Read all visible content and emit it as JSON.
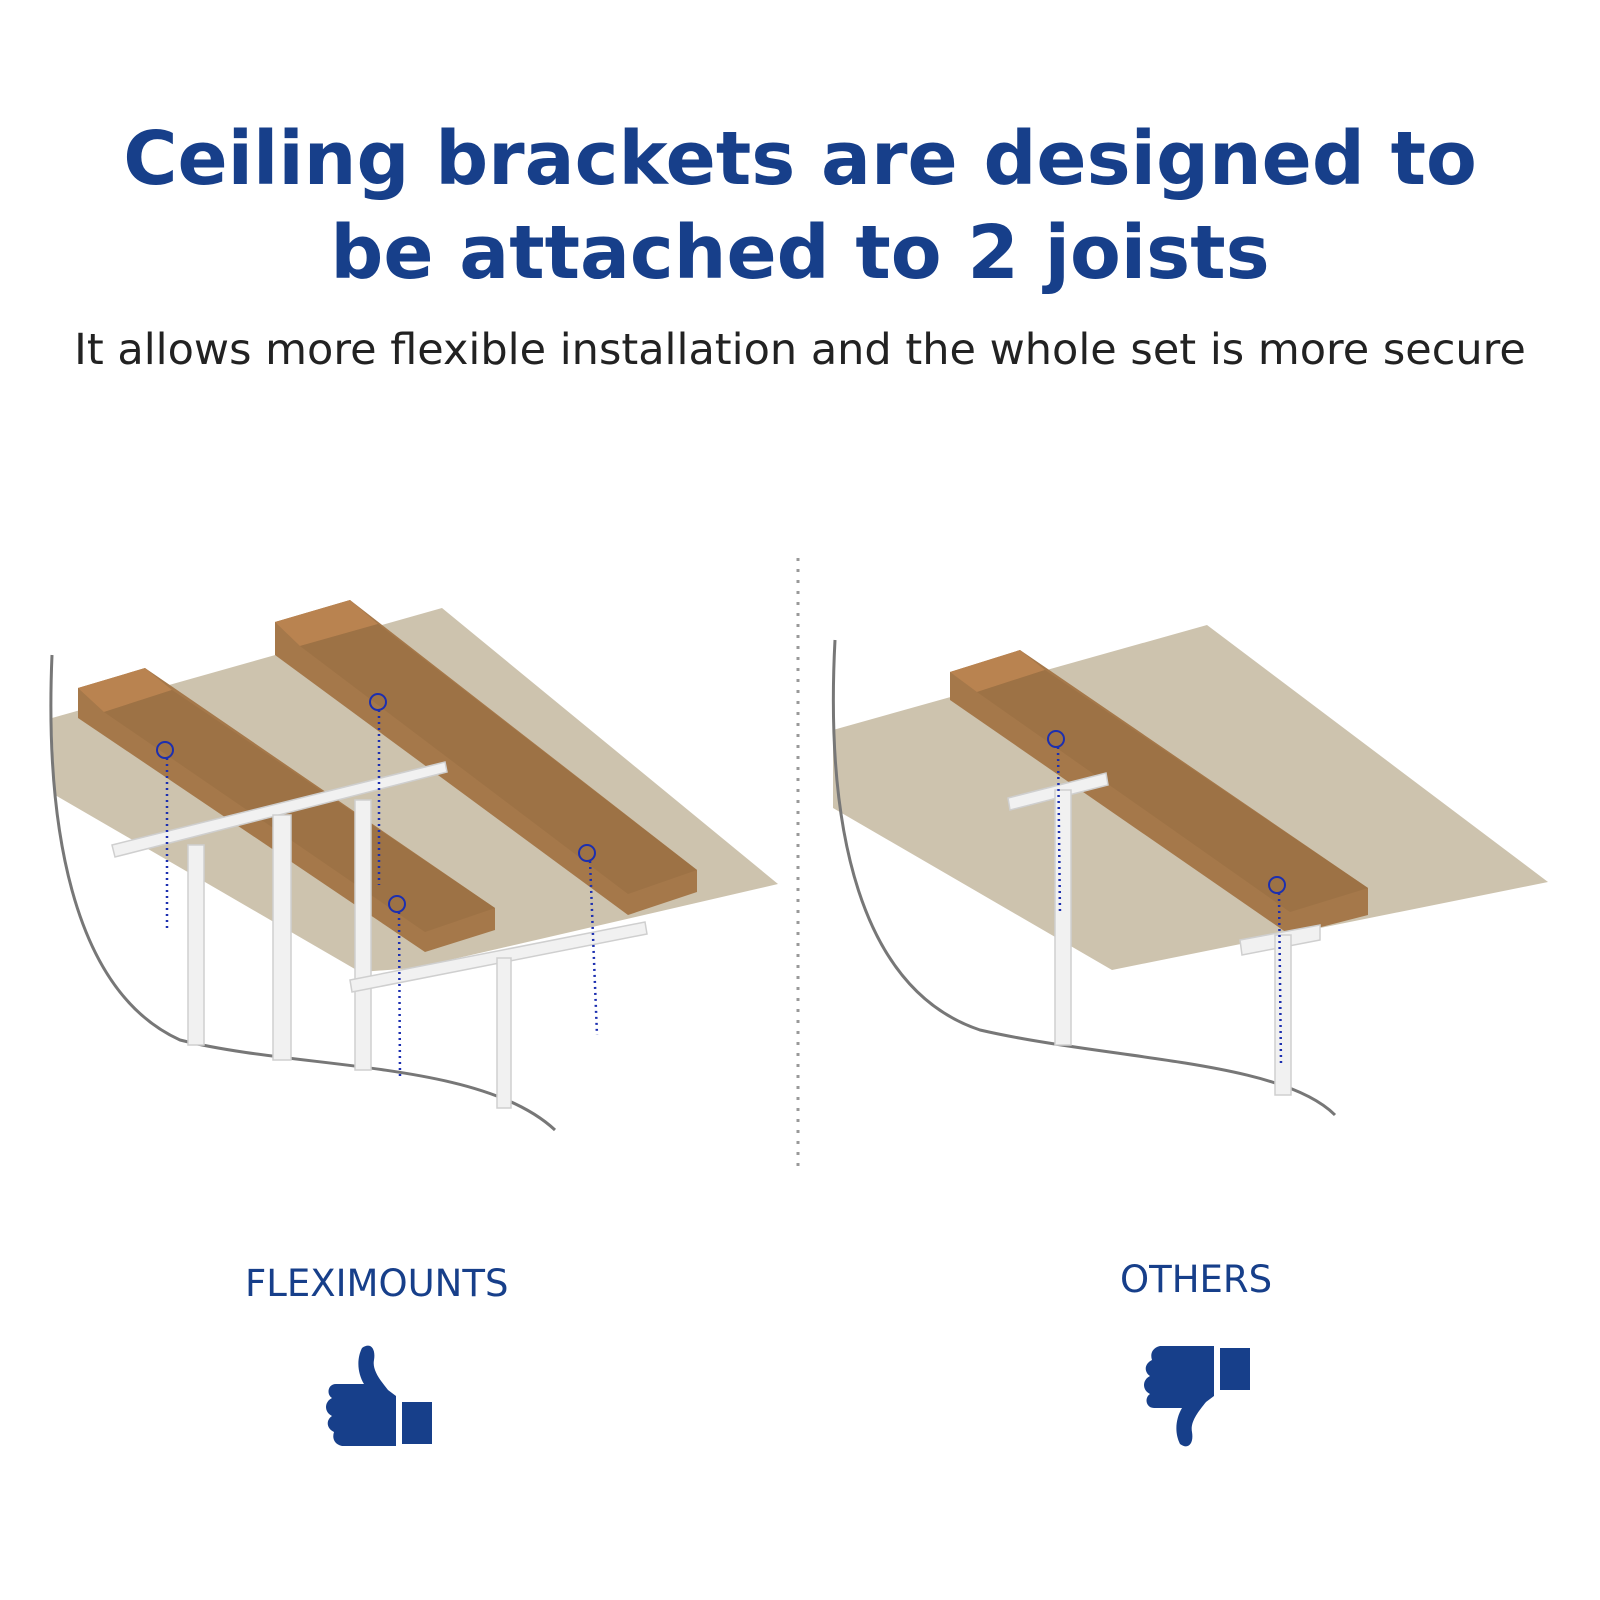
{
  "header": {
    "title_line1": "Ceiling brackets are designed to",
    "title_line2": "be attached to 2 joists",
    "subtitle": "It allows more flexible installation and the whole set is more secure"
  },
  "comparison": {
    "left_label": "FLEXIMOUNTS",
    "left_icon": "thumbs-up-icon",
    "right_label": "OTHERS",
    "right_icon": "thumbs-down-icon"
  },
  "colors": {
    "brand": "#173f8a",
    "ceiling": "#cdc3ae",
    "joist": "#a5784a",
    "joist_end": "#b97d45",
    "bracket": "#f2f2f2"
  }
}
